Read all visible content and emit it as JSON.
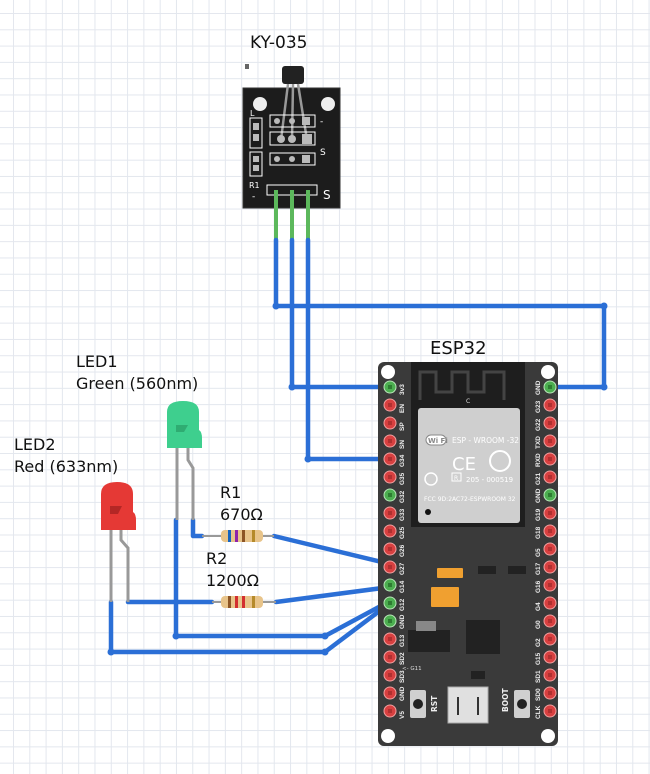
{
  "sensor": {
    "name": "KY-035",
    "pin_labels": {
      "minus": "-",
      "signal": "S",
      "l_label": "L",
      "r1_label": "R1"
    }
  },
  "esp32": {
    "name": "ESP32",
    "module_text": "ESP - WROOM -32",
    "wifi_text": "Wi Fi",
    "ce_text": "CE",
    "r_text": "R",
    "cert_text": "205 - 000519",
    "fcc_text": "FCC 9D:2AC72-ESPWROOM 32",
    "antenna_c": "C",
    "left_pins": [
      "3v3",
      "EN",
      "SP",
      "SN",
      "G34",
      "G35",
      "G32",
      "G33",
      "G25",
      "G26",
      "G27",
      "G14",
      "G12",
      "GND",
      "G13",
      "SD2",
      "SD3",
      "GND",
      "V5"
    ],
    "right_pins": [
      "GND",
      "G23",
      "G22",
      "TXD",
      "RXD",
      "G21",
      "GND",
      "G19",
      "G18",
      "G5",
      "G17",
      "G16",
      "G4",
      "G0",
      "G2",
      "G15",
      "SD1",
      "SD0",
      "CLK"
    ],
    "connected_left": [
      "3v3",
      "G32",
      "G14",
      "G12",
      "GND"
    ],
    "connected_right": [
      "GND"
    ],
    "rst_label": "RST",
    "boot_label": "BOOT",
    "g11_label": "<- G11"
  },
  "led1": {
    "name": "LED1",
    "desc": "Green (560nm)",
    "color": "#3ecf8e"
  },
  "led2": {
    "name": "LED2",
    "desc": "Red (633nm)",
    "color": "#e53935"
  },
  "r1": {
    "name": "R1",
    "value": "670Ω"
  },
  "r2": {
    "name": "R2",
    "value": "1200Ω"
  },
  "colors": {
    "wire": "#2b6fd6",
    "board": "#3a3a3a",
    "pin_on": "#4caf50",
    "pin_off": "#d84040"
  }
}
